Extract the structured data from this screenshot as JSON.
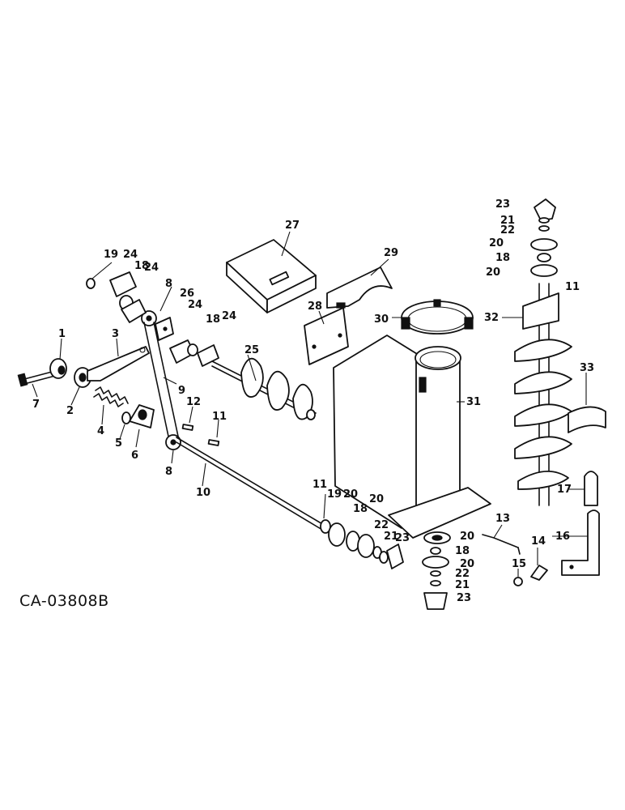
{
  "document_id": "CA-03808B",
  "callouts": {
    "n1": "1",
    "n2": "2",
    "n3": "3",
    "n4": "4",
    "n5": "5",
    "n6": "6",
    "n7": "7",
    "n8a": "8",
    "n8b": "8",
    "n9": "9",
    "n10": "10",
    "n11a": "11",
    "n11b": "11",
    "n11c": "11",
    "n12": "12",
    "n13": "13",
    "n14": "14",
    "n15": "15",
    "n16": "16",
    "n17": "17",
    "n18a": "18",
    "n18b": "18",
    "n18c": "18",
    "n18d": "18",
    "n18e": "18",
    "n19a": "19",
    "n19b": "19",
    "n20a": "20",
    "n20b": "20",
    "n20c": "20",
    "n20d": "20",
    "n20e": "20",
    "n20f": "20",
    "n21a": "21",
    "n21b": "21",
    "n21c": "21",
    "n22a": "22",
    "n22b": "22",
    "n22c": "22",
    "n23a": "23",
    "n23b": "23",
    "n23c": "23",
    "n24a": "24",
    "n24b": "24",
    "n24c": "24",
    "n24d": "24",
    "n25": "25",
    "n26": "26",
    "n27": "27",
    "n28": "28",
    "n29": "29",
    "n30": "30",
    "n31": "31",
    "n32": "32",
    "n33": "33"
  }
}
